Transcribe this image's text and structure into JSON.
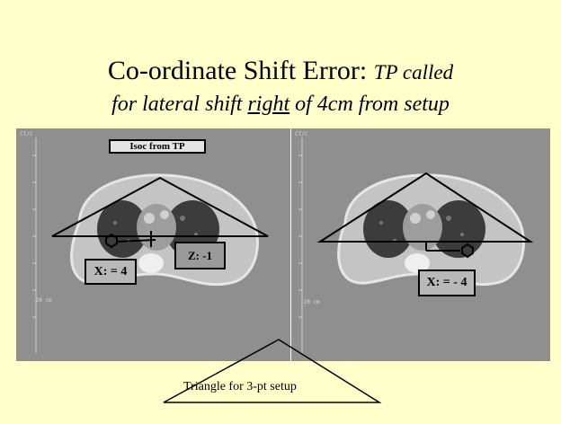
{
  "slide": {
    "title_main": "Co-ordinate Shift Error:",
    "title_italic": "TP called",
    "subtitle_pre": "for lateral shift ",
    "subtitle_underlined": "right",
    "subtitle_post": " of 4cm from setup"
  },
  "left_panel": {
    "iso_label": "Isoc from TP",
    "z_label": "Z: -1",
    "x_label": "X: = 4",
    "scale_low": "-20 cm",
    "corner_text": "CT/C"
  },
  "right_panel": {
    "x_label": "X: = - 4",
    "scale_low": "-20 cm",
    "corner_text": "CT/C"
  },
  "footer": {
    "triangle_label": "Triangle for 3-pt setup"
  }
}
